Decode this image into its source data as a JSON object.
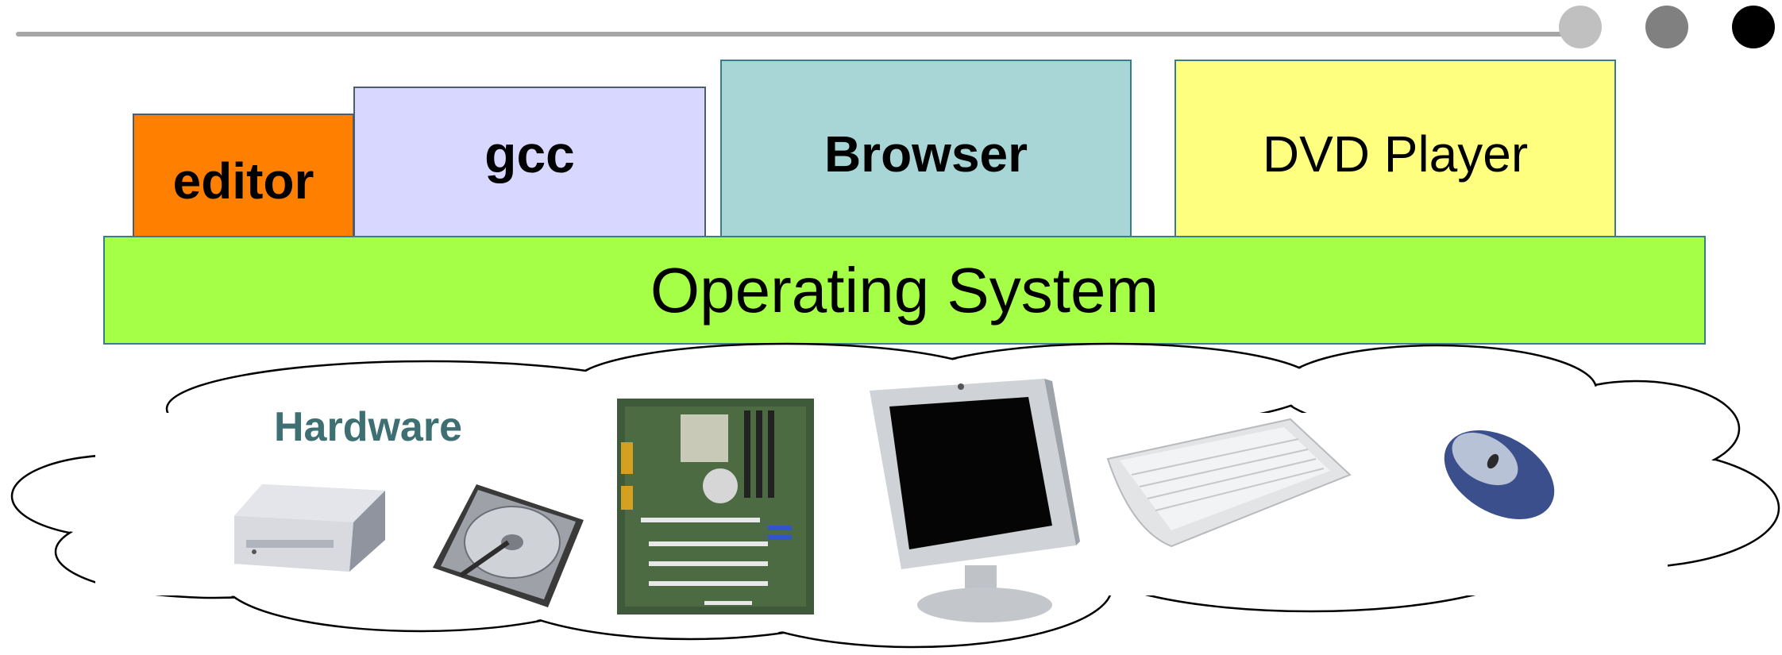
{
  "header": {
    "dots": [
      "light-gray",
      "gray",
      "black"
    ]
  },
  "apps": {
    "editor": "editor",
    "gcc": "gcc",
    "browser": "Browser",
    "dvd_player": "DVD Player"
  },
  "os": {
    "label": "Operating System"
  },
  "hardware": {
    "label": "Hardware",
    "devices": [
      "cd-drive",
      "hard-disk",
      "motherboard",
      "monitor",
      "keyboard",
      "mouse"
    ]
  },
  "colors": {
    "editor": "#ff7f00",
    "gcc": "#d7d7ff",
    "browser": "#a8d5d5",
    "dvd_player": "#ffff7f",
    "os": "#a6ff47",
    "hardware_label": "#3d6f73"
  }
}
